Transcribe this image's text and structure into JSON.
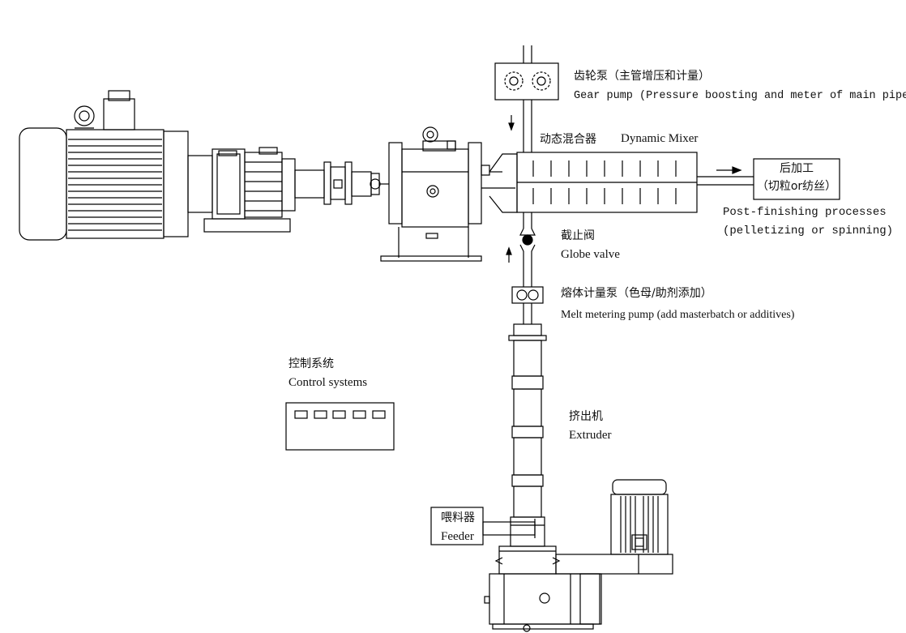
{
  "gear_pump": {
    "cn": "齿轮泵（主管增压和计量）",
    "en": "Gear pump (Pressure boosting and meter of main pipe)"
  },
  "dynamic_mixer": {
    "cn": "动态混合器",
    "en": "Dynamic Mixer"
  },
  "post_finishing": {
    "cn": "后加工",
    "cn_sub": "（切粒or纺丝）",
    "en1": "Post-finishing processes",
    "en2": "(pelletizing or spinning)"
  },
  "globe_valve": {
    "cn": "截止阀",
    "en": "Globe valve"
  },
  "melt_pump": {
    "cn": "熔体计量泵（色母/助剂添加）",
    "en": "Melt metering pump (add masterbatch or additives)"
  },
  "control": {
    "cn": "控制系统",
    "en": "Control systems"
  },
  "extruder": {
    "cn": "挤出机",
    "en": "Extruder"
  },
  "feeder": {
    "cn": "喂料器",
    "en": "Feeder"
  }
}
